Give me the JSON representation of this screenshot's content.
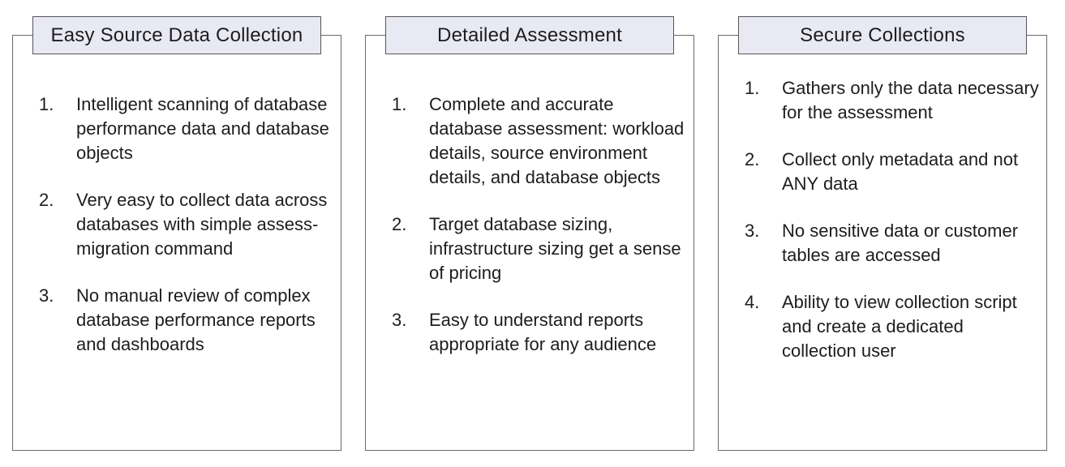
{
  "colors": {
    "page_bg": "#ffffff",
    "header_bg": "#e9e9f4",
    "header_border": "#55555a",
    "panel_border": "#6a6a6a",
    "text": "#1d1d1f"
  },
  "panels": [
    {
      "title": "Easy Source Data Collection",
      "items": [
        {
          "number": "1.",
          "text": "Intelligent scanning of database performance data and database objects"
        },
        {
          "number": "2.",
          "text": "Very easy to collect data across databases with simple assess-migration command"
        },
        {
          "number": "3.",
          "text": "No manual review of complex database performance reports and dashboards"
        }
      ]
    },
    {
      "title": "Detailed Assessment",
      "items": [
        {
          "number": "1.",
          "text": "Complete and accurate database assessment: workload details, source environment details, and database objects"
        },
        {
          "number": "2.",
          "text": "Target database sizing, infrastructure sizing get a sense of pricing"
        },
        {
          "number": "3.",
          "text": "Easy to understand reports appropriate for any audience"
        }
      ]
    },
    {
      "title": "Secure Collections",
      "items": [
        {
          "number": "1.",
          "text": "Gathers only the data necessary for the assessment"
        },
        {
          "number": "2.",
          "text": "Collect only metadata and not ANY data"
        },
        {
          "number": "3.",
          "text": "No sensitive data or customer tables are accessed"
        },
        {
          "number": "4.",
          "text": "Ability to view collection script and create a dedicated collection user"
        }
      ]
    }
  ]
}
